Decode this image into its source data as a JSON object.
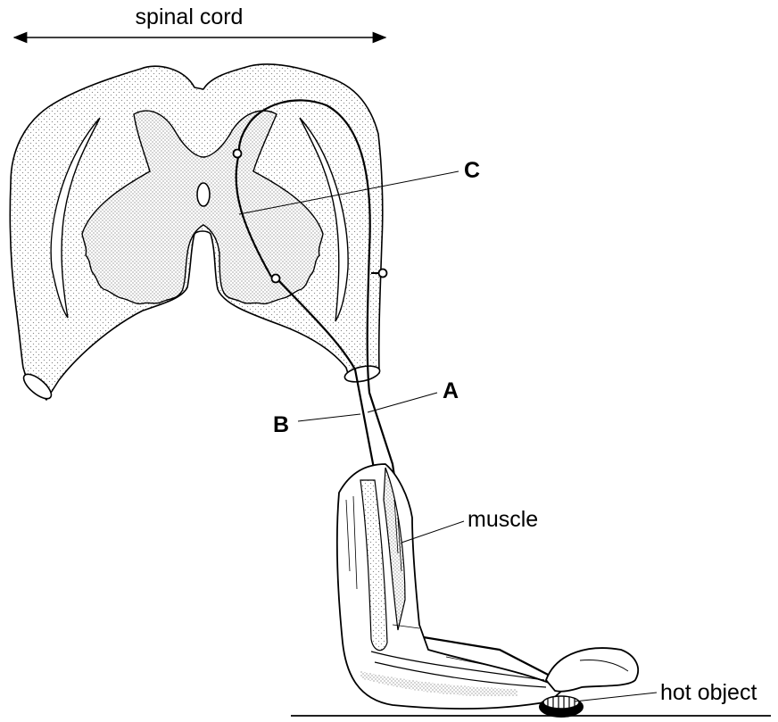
{
  "diagram": {
    "labels": {
      "title": "spinal cord",
      "a": "A",
      "b": "B",
      "c": "C",
      "muscle": "muscle",
      "hot_object": "hot object"
    }
  }
}
